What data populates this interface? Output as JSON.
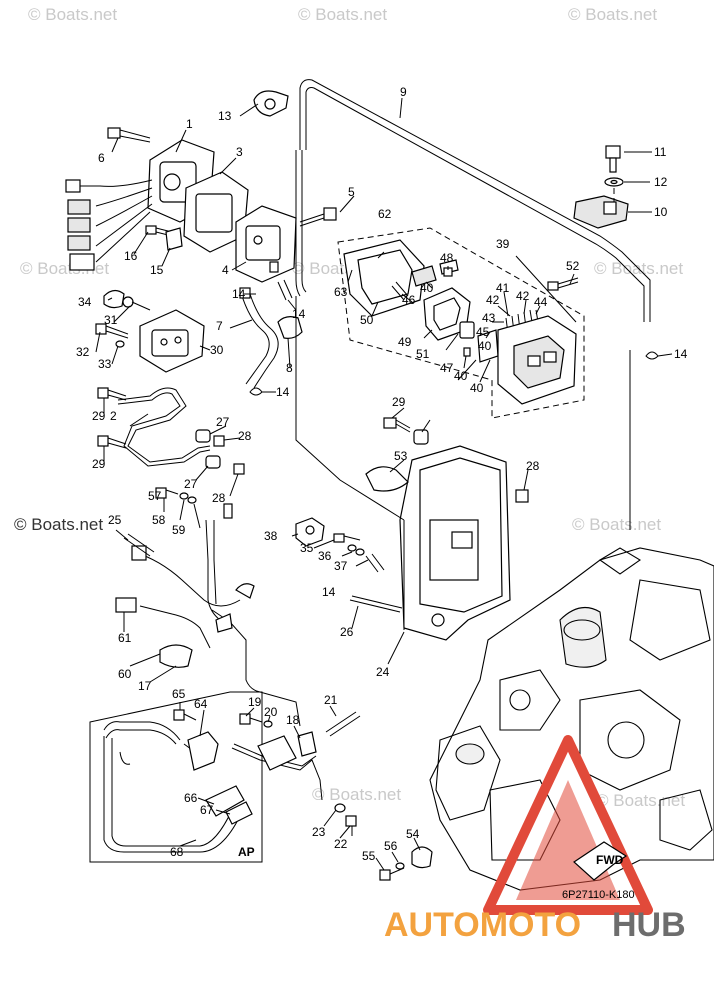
{
  "watermarks": {
    "top_left": "© Boats.net",
    "top_center": "© Boats.net",
    "top_right": "© Boats.net",
    "mid_left_faint": "© Boats.net",
    "mid_center_faint": "© Boats.net",
    "mid_right_faint": "© Boats.net",
    "left_bold": "© Boats.net",
    "lower_center_faint": "© Boats.net",
    "lower_right_faint": "© Boats.net",
    "engine_right_faint": "© Boats.net"
  },
  "callouts": [
    "1",
    "2",
    "3",
    "4",
    "5",
    "6",
    "7",
    "8",
    "9",
    "10",
    "11",
    "12",
    "13",
    "14",
    "14",
    "14",
    "14",
    "14",
    "15",
    "16",
    "17",
    "18",
    "19",
    "20",
    "21",
    "22",
    "23",
    "24",
    "25",
    "26",
    "27",
    "27",
    "28",
    "28",
    "28",
    "29",
    "29",
    "29",
    "30",
    "31",
    "32",
    "33",
    "34",
    "35",
    "36",
    "37",
    "38",
    "39",
    "40",
    "40",
    "40",
    "40",
    "41",
    "42",
    "42",
    "43",
    "44",
    "45",
    "46",
    "47",
    "48",
    "49",
    "50",
    "51",
    "52",
    "53",
    "54",
    "55",
    "56",
    "57",
    "58",
    "59",
    "60",
    "61",
    "62",
    "63",
    "64",
    "65",
    "66",
    "67",
    "68"
  ],
  "diagram_code": "6P27110-K180",
  "ap_label": "AP",
  "fwd_label": "FWD",
  "logo": {
    "part1": "AUTOMOTO",
    "part2": "HUB",
    "color1": "#f3a23f",
    "color2": "#6d6d6d"
  }
}
